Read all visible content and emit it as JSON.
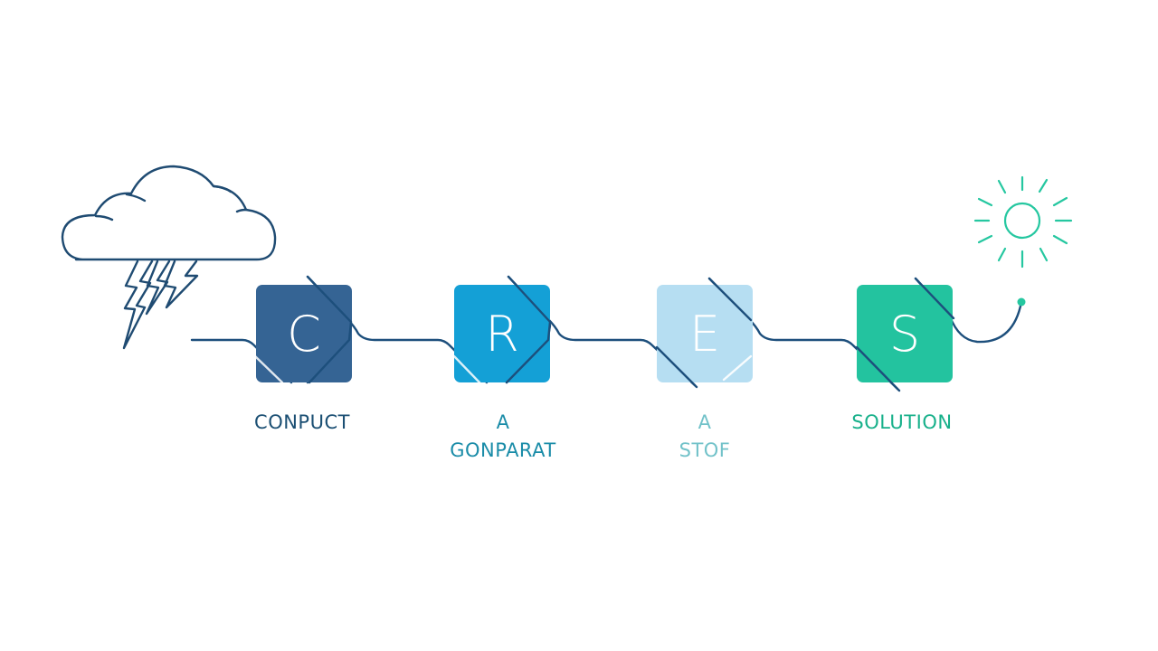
{
  "colors": {
    "line": "#1d4f7c",
    "storm": "#1f4b72",
    "sun": "#25c7a0"
  },
  "steps": [
    {
      "letter": "C",
      "label_lines": [
        "CONPUCT"
      ],
      "box_color": "#356494",
      "text_color": "#1b4f73"
    },
    {
      "letter": "R",
      "label_lines": [
        "A",
        "GONPARAT"
      ],
      "box_color": "#14a0d6",
      "text_color": "#1a8ca8"
    },
    {
      "letter": "E",
      "label_lines": [
        "A",
        "STOF"
      ],
      "box_color": "#b6def2",
      "text_color": "#72c2c9"
    },
    {
      "letter": "S",
      "label_lines": [
        "SOLUTION"
      ],
      "box_color": "#23c39f",
      "text_color": "#17b08a"
    }
  ],
  "icons": {
    "start": "storm-cloud-icon",
    "end": "sun-icon"
  }
}
